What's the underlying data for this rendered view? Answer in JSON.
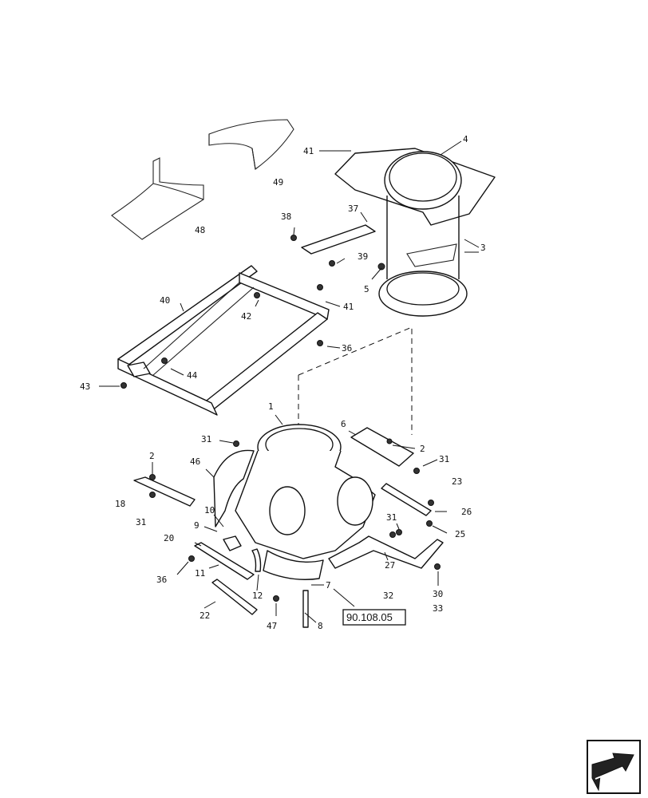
{
  "callouts": {
    "c1": "1",
    "c2a": "2",
    "c2b": "2",
    "c3": "3",
    "c4": "4",
    "c5": "5",
    "c6": "6",
    "c7": "7",
    "c8": "8",
    "c9": "9",
    "c10": "10",
    "c11": "11",
    "c12": "12",
    "c18": "18",
    "c20": "20",
    "c22": "22",
    "c23": "23",
    "c25": "25",
    "c26": "26",
    "c27": "27",
    "c30": "30",
    "c31a": "31",
    "c31b": "31",
    "c31c": "31",
    "c31d": "31",
    "c32": "32",
    "c33": "33",
    "c36a": "36",
    "c36b": "36",
    "c37": "37",
    "c38": "38",
    "c39": "39",
    "c40": "40",
    "c41a": "41",
    "c41b": "41",
    "c42": "42",
    "c43": "43",
    "c44": "44",
    "c46": "46",
    "c47": "47",
    "c48": "48",
    "c49": "49"
  },
  "reference": {
    "label": "90.108.05"
  },
  "nav": {
    "icon": "next-page-arrow-icon"
  }
}
